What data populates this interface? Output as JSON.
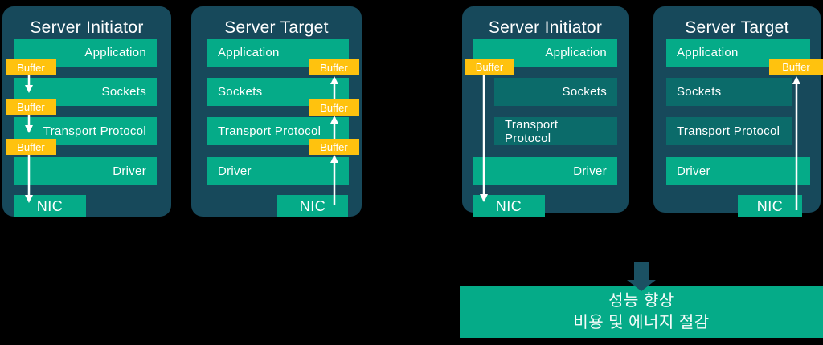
{
  "diagram": {
    "panels": [
      {
        "title": "Server Initiator",
        "layers": [
          "Application",
          "Sockets",
          "Transport Protocol",
          "Driver"
        ],
        "nic": "NIC",
        "buffers": [
          "Buffer",
          "Buffer",
          "Buffer"
        ]
      },
      {
        "title": "Server Target",
        "layers": [
          "Application",
          "Sockets",
          "Transport Protocol",
          "Driver"
        ],
        "nic": "NIC",
        "buffers": [
          "Buffer",
          "Buffer",
          "Buffer"
        ]
      },
      {
        "title": "Server Initiator",
        "layers": [
          "Application",
          "Sockets",
          "Transport Protocol",
          "Driver"
        ],
        "nic": "NIC",
        "buffers": [
          "Buffer"
        ]
      },
      {
        "title": "Server Target",
        "layers": [
          "Application",
          "Sockets",
          "Transport Protocol",
          "Driver"
        ],
        "nic": "NIC",
        "buffers": [
          "Buffer"
        ]
      }
    ],
    "result": {
      "line1": "성능 향상",
      "line2": "비용 및 에너지 절감"
    },
    "colors": {
      "background": "#000000",
      "panel": "#17495B",
      "layer_green": "#05AB88",
      "layer_dark": "#0B6B6A",
      "buffer_yellow": "#FFC20E",
      "flow_arrow": "#FFFFFF",
      "result_arrow": "#1B5163",
      "text": "#FFFFFF"
    }
  }
}
